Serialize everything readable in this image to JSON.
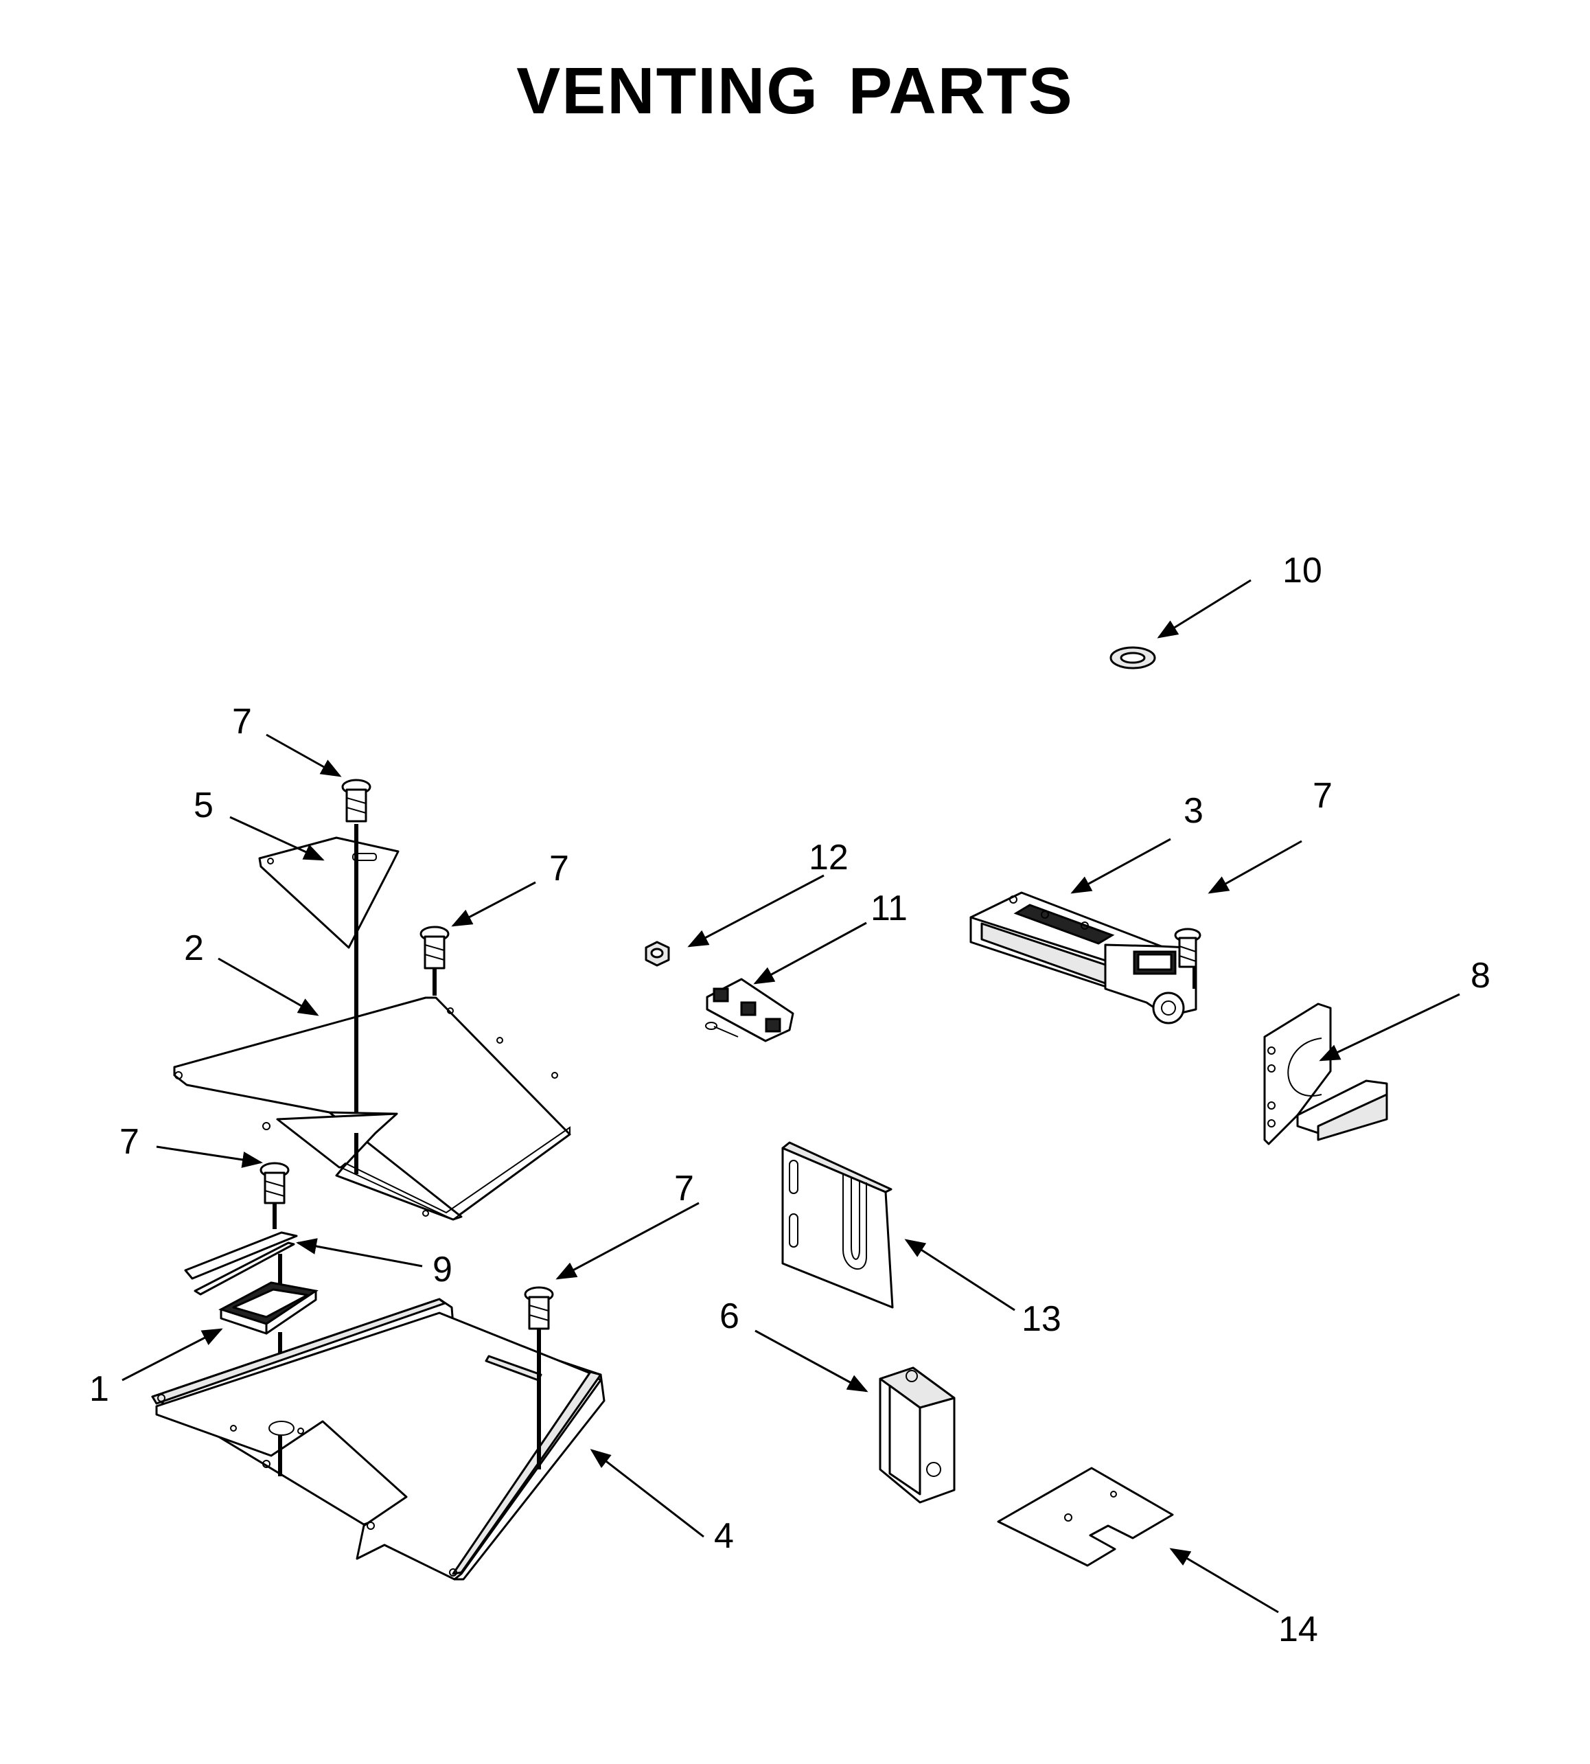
{
  "title": "VENTING PARTS",
  "callouts": {
    "c1": "1",
    "c2": "2",
    "c3": "3",
    "c4": "4",
    "c5": "5",
    "c6": "6",
    "c7a": "7",
    "c7b": "7",
    "c7c": "7",
    "c7d": "7",
    "c7e": "7",
    "c8": "8",
    "c9": "9",
    "c10": "10",
    "c11": "11",
    "c12": "12",
    "c13": "13",
    "c14": "14"
  }
}
